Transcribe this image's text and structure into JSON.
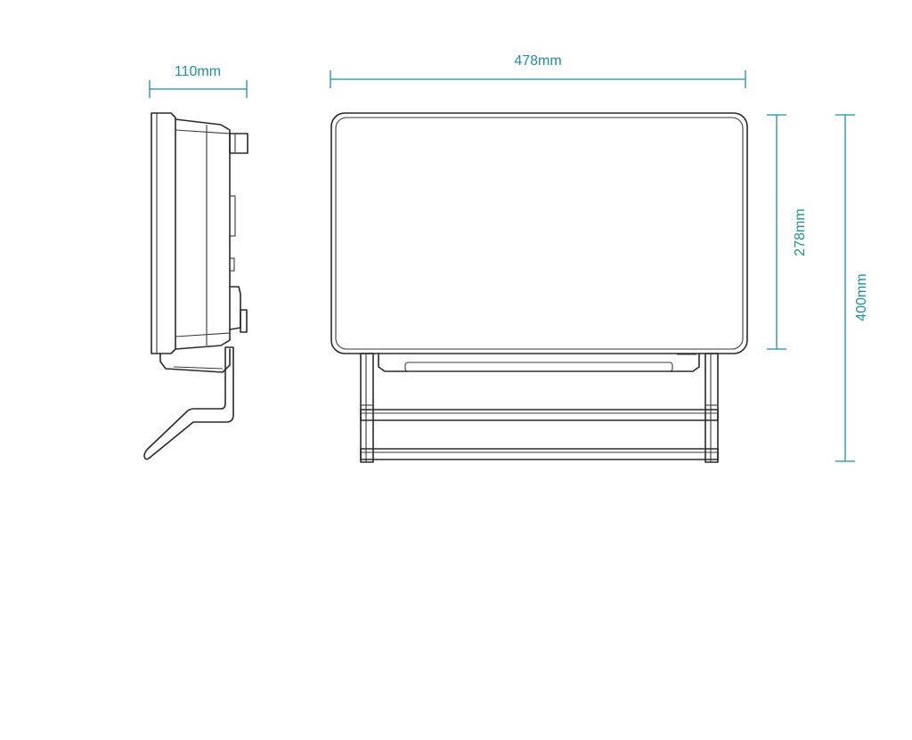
{
  "colors": {
    "dimension": "#1f8f99",
    "outline": "#2a2a2a",
    "background": "#ffffff"
  },
  "dimensions": {
    "depth": "110mm",
    "width": "478mm",
    "panel_height": "278mm",
    "total_height": "400mm"
  }
}
